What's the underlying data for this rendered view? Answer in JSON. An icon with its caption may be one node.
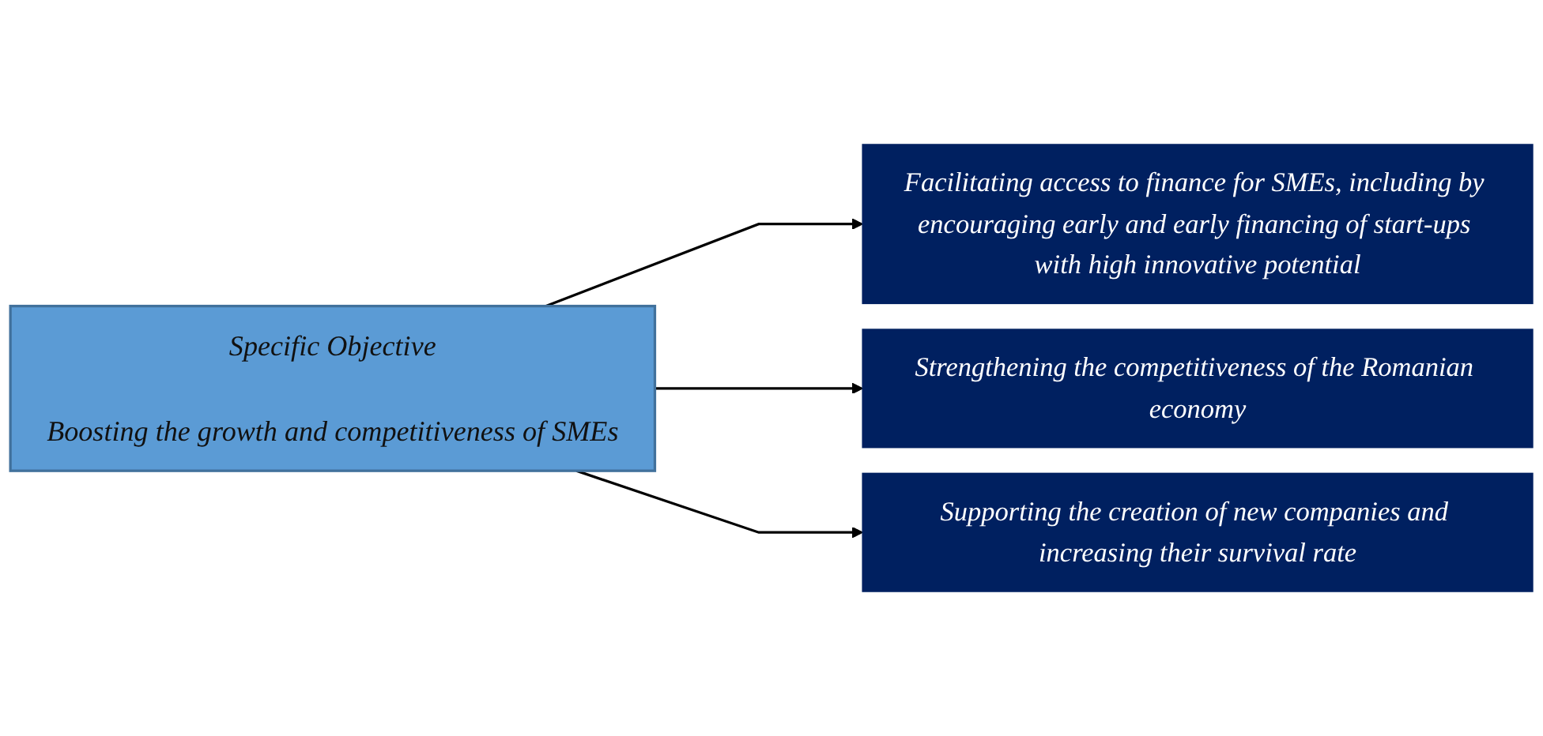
{
  "diagram": {
    "nodes": [
      {
        "text": [
          "Specific Objective",
          "Boosting the growth and competitiveness of SMEs"
        ]
      },
      {
        "text": [
          "Facilitating access to finance for SMEs, including by encouraging early and early financing of start-ups with high innovative potential"
        ]
      },
      {
        "text": [
          "Strengthening the competitiveness of the Romanian economy"
        ]
      },
      {
        "text": [
          "Supporting the creation of new companies and increasing their survival rate"
        ]
      }
    ],
    "edges": [
      {
        "from": 0,
        "to": 1,
        "arrow": "to"
      },
      {
        "from": 0,
        "to": 2,
        "arrow": "to"
      },
      {
        "from": 0,
        "to": 3,
        "arrow": "to"
      }
    ]
  }
}
